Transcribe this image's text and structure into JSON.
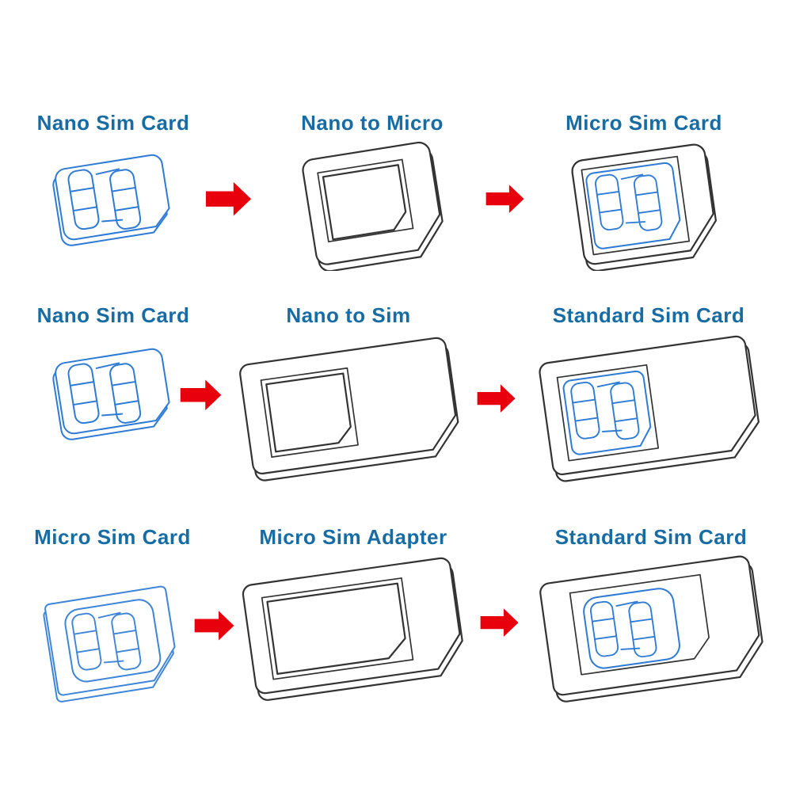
{
  "colors": {
    "title": "#176CA4",
    "arrow": "#E8000D",
    "sim_blue": "#2E7BD6",
    "sim_blue_light": "#3E85D8",
    "outline_dark": "#333333",
    "background": "#FFFFFF"
  },
  "diagram": {
    "rows": [
      {
        "source": {
          "label": "Nano Sim Card",
          "icon": "nano-sim-card-illustration"
        },
        "adapter": {
          "label": "Nano to Micro",
          "icon": "nano-to-micro-adapter-illustration"
        },
        "result": {
          "label": "Micro Sim Card",
          "icon": "micro-sim-card-in-adapter-illustration"
        }
      },
      {
        "source": {
          "label": "Nano Sim Card",
          "icon": "nano-sim-card-illustration"
        },
        "adapter": {
          "label": "Nano to Sim",
          "icon": "nano-to-sim-adapter-illustration"
        },
        "result": {
          "label": "Standard Sim Card",
          "icon": "standard-sim-card-illustration"
        }
      },
      {
        "source": {
          "label": "Micro Sim Card",
          "icon": "micro-sim-card-illustration"
        },
        "adapter": {
          "label": "Micro Sim Adapter",
          "icon": "micro-sim-adapter-illustration"
        },
        "result": {
          "label": "Standard Sim Card",
          "icon": "standard-sim-card-micro-illustration"
        }
      }
    ]
  }
}
